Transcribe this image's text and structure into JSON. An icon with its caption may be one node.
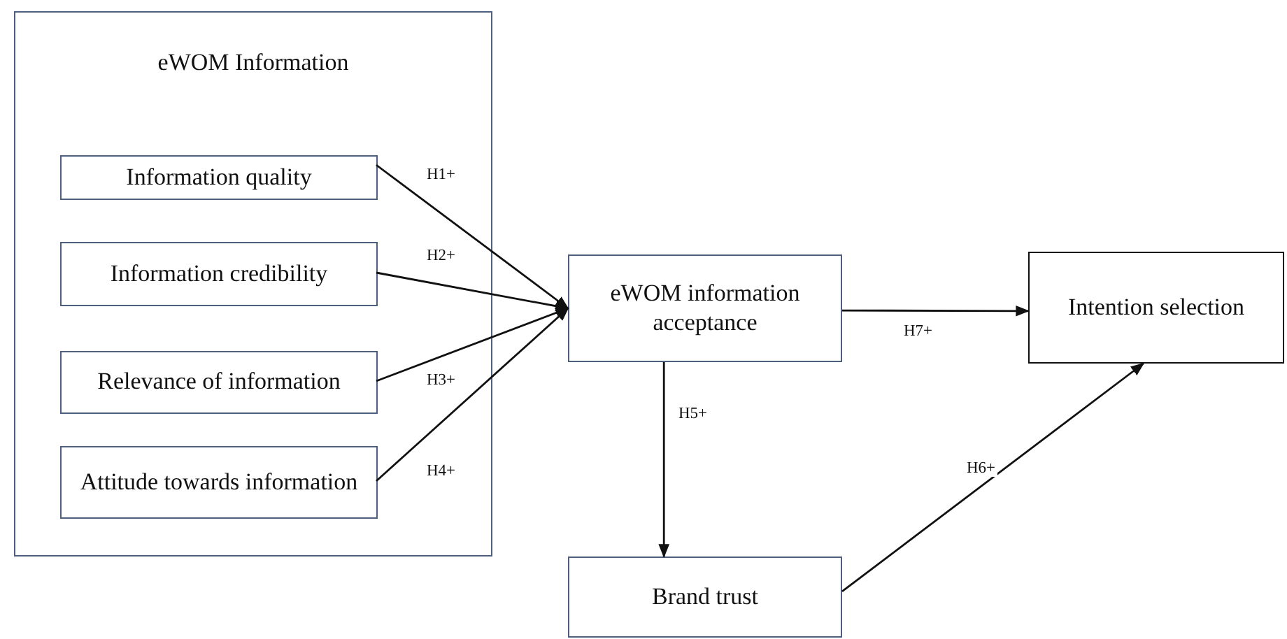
{
  "diagram": {
    "nodes": [
      {
        "text": [
          "eWOM Information"
        ]
      },
      {
        "text": [
          "Information quality"
        ],
        "in": 0
      },
      {
        "text": [
          "Information credibility"
        ],
        "in": 0
      },
      {
        "text": [
          "Relevance of information"
        ],
        "in": 0
      },
      {
        "text": [
          "Attitude towards information"
        ],
        "in": 0
      },
      {
        "text": [
          "eWOM information acceptance"
        ]
      },
      {
        "text": [
          "Intention selection"
        ]
      },
      {
        "text": [
          "Brand trust"
        ]
      }
    ],
    "edges": [
      {
        "from": 1,
        "to": 5,
        "arrow": "to",
        "label": "H1+"
      },
      {
        "from": 2,
        "to": 5,
        "arrow": "to",
        "label": "H2+"
      },
      {
        "from": 3,
        "to": 5,
        "arrow": "to",
        "label": "H3+"
      },
      {
        "from": 4,
        "to": 5,
        "arrow": "to",
        "label": "H4+"
      },
      {
        "from": 5,
        "to": 7,
        "arrow": "to",
        "label": "H5+"
      },
      {
        "from": 7,
        "to": 6,
        "arrow": "to",
        "label": "H6+"
      },
      {
        "from": 5,
        "to": 6,
        "arrow": "to",
        "label": "H7+"
      }
    ]
  }
}
